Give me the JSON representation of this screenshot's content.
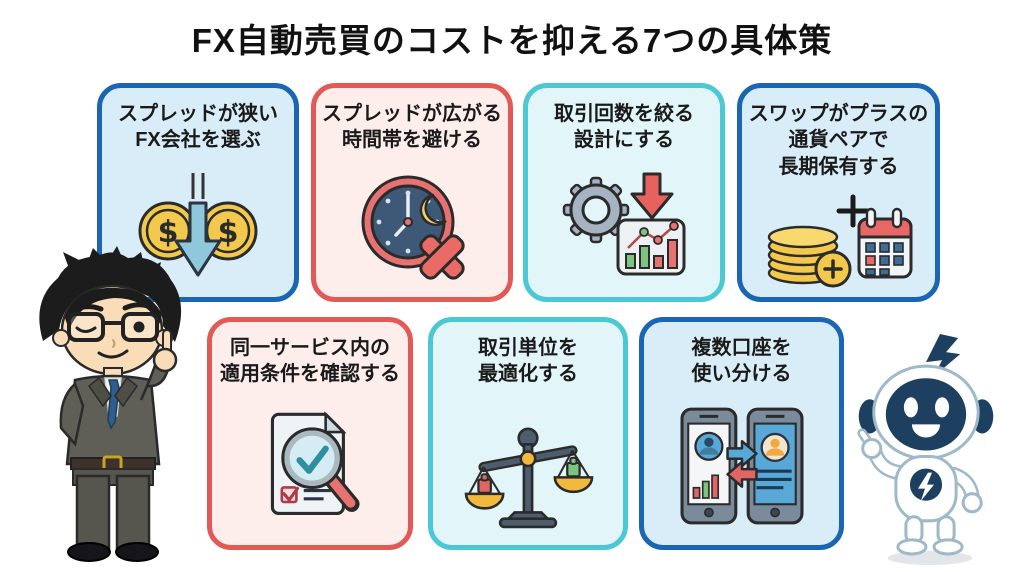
{
  "title": "FX自動売買のコストを抑える7つの具体策",
  "themes": {
    "blue": {
      "border": "#1b66b3",
      "bg": "#d9edf8"
    },
    "red": {
      "border": "#e25a55",
      "bg": "#fdeeeb"
    },
    "teal": {
      "border": "#4cc8d4",
      "bg": "#e2f6fa"
    }
  },
  "palette": {
    "title_text": "#111111",
    "card_text": "#1a1a1a",
    "coin_gold": "#f2c94c",
    "alert_red": "#e8625d",
    "arrow_blue": "#8fc8dd",
    "chart_green": "#7cc47f",
    "navy": "#1d4061",
    "steel_gray": "#a5b3c2"
  },
  "cards": [
    {
      "theme": "blue",
      "icon": "coins-down-arrow-icon",
      "lines": [
        "スプレッドが狭い",
        "FX会社を選ぶ"
      ]
    },
    {
      "theme": "red",
      "icon": "clock-avoid-icon",
      "lines": [
        "スプレッドが広がる",
        "時間帯を避ける"
      ]
    },
    {
      "theme": "teal",
      "icon": "gear-chart-reduce-icon",
      "lines": [
        "取引回数を絞る",
        "設計にする"
      ]
    },
    {
      "theme": "blue",
      "icon": "coins-plus-calendar-icon",
      "lines": [
        "スワップがプラスの",
        "通貨ペアで",
        "長期保有する"
      ]
    },
    {
      "theme": "red",
      "icon": "document-magnifier-icon",
      "lines": [
        "同一サービス内の",
        "適用条件を確認する"
      ]
    },
    {
      "theme": "teal",
      "icon": "balance-scale-icon",
      "lines": [
        "取引単位を",
        "最適化する"
      ]
    },
    {
      "theme": "blue",
      "icon": "dual-phones-transfer-icon",
      "lines": [
        "複数口座を",
        "使い分ける"
      ]
    }
  ],
  "characters": {
    "left": "businessman-mascot",
    "right": "robot-mascot"
  }
}
